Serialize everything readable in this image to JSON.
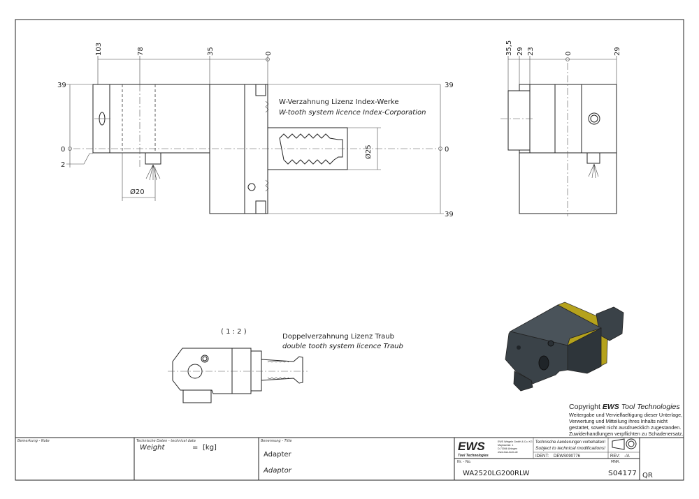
{
  "main_view": {
    "dims_top": [
      "103",
      "78",
      "35",
      "0"
    ],
    "dims_left": [
      "39",
      "0",
      "2"
    ],
    "dims_right": [
      "39",
      "0",
      "39"
    ],
    "dia_bore": "Ø20",
    "dia_shank": "Ø25",
    "note_de": "W-Verzahnung Lizenz Index-Werke",
    "note_en": "W-tooth system licence Index-Corporation"
  },
  "side_view": {
    "dims_top": [
      "35,5",
      "29",
      "23",
      "0",
      "29"
    ]
  },
  "detail_view": {
    "scale": "( 1 : 2 )",
    "note_de": "Doppelverzahnung Lizenz Traub",
    "note_en": "double tooth system licence Traub"
  },
  "copyright": {
    "title_prefix": "Copyright ",
    "title_brand": "EWS",
    "title_suffix": " Tool Technologies",
    "lines": [
      "Weitergabe und Vervielfaeltigung dieser Unterlage,",
      "Verwertung und Mitteilung ihres Inhalts nicht",
      "gestattet, soweit nicht ausdruecklich zugestanden.",
      "Zuwiderhandlungen verpflichten zu Schadenersatz."
    ]
  },
  "title_block": {
    "note_label": "Bemerkung - Note",
    "tech_label": "Technische Daten - technical data",
    "weight_label": "Weight",
    "weight_eq": "=",
    "weight_unit": "[kg]",
    "title_label": "Benennung - Title",
    "title_de": "Adapter",
    "title_en": "Adaptor",
    "logo_text": "EWS",
    "logo_sub": "Tool Technologies",
    "company_lines": [
      "EWS Weigele GmbH & Co. KG",
      "Maybachstr. 1",
      "D-73066 Uhingen",
      "www.ews-tools.de"
    ],
    "changes_de": "Technische Aenderungen vorbehalten!",
    "changes_en": "Subject to technical modifications!",
    "ident_label": "IDENT:",
    "ident_value": "DEWS090776",
    "rev_label": "REV:",
    "rev_value": "-/A",
    "nr_label": "Nr. - No.",
    "nr_value": "WA2520LG200RLW",
    "mnr_label": "MNR.",
    "mnr_value": "S04177",
    "qr_text": "QR"
  },
  "colors": {
    "accent_yellow": "#b5a21c",
    "body_gray": "#3a4248"
  }
}
